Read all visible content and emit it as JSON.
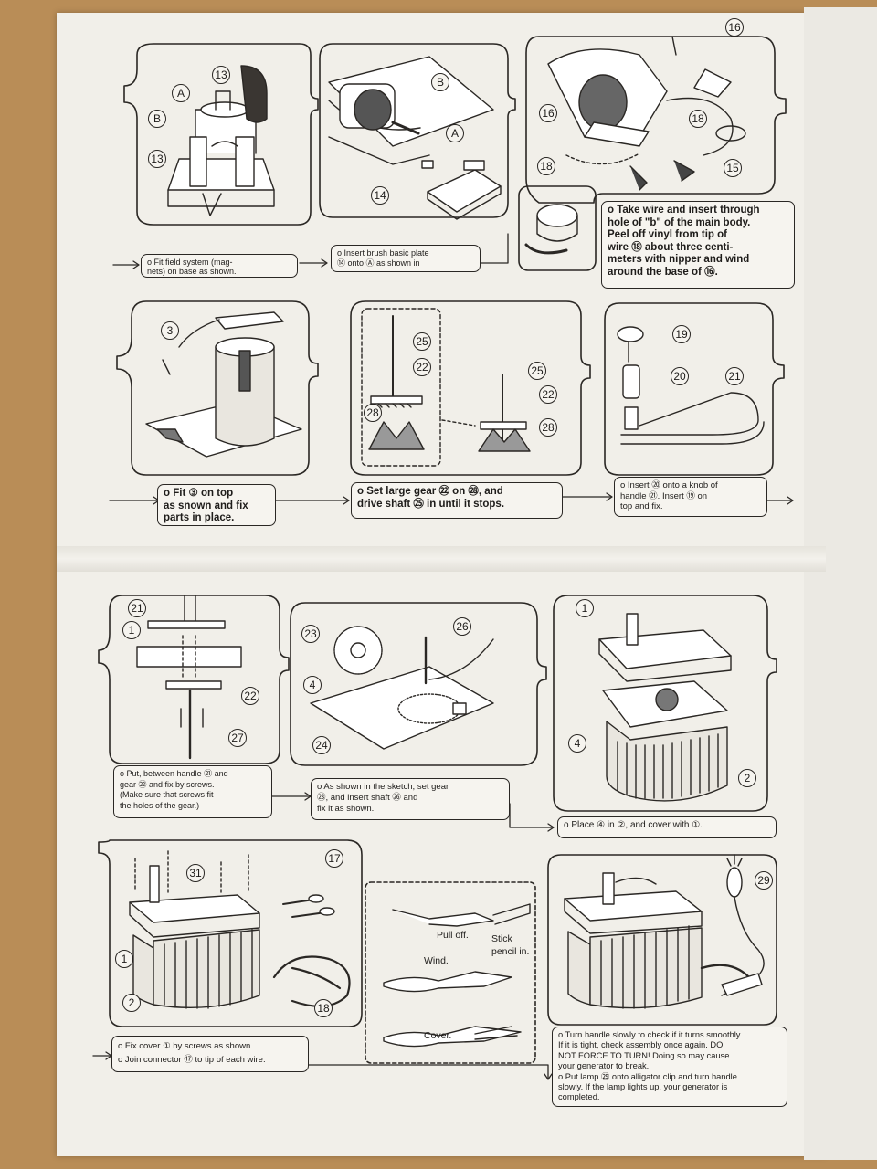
{
  "captions": {
    "c1": [
      "o Fit field system (mag-",
      "nets) on base as shown."
    ],
    "c2": [
      "o Insert brush basic plate",
      "⑭ onto Ⓐ as shown in"
    ],
    "c3": [
      "o Take wire and insert through",
      "hole of \"b\" of the main body.",
      "Peel off vinyl from tip of",
      "wire ⑱ about three centi-",
      "meters with nipper and wind",
      "around the base of ⑯."
    ],
    "c4": [
      "o Fit ③ on top",
      "as snown and fix",
      "parts in place."
    ],
    "c5": [
      "o Set large gear ㉒ on ㉘, and",
      "drive shaft ㉕ in until it stops."
    ],
    "c6": [
      "o Insert ⑳ onto a knob of",
      "handle ㉑. Insert ⑲ on",
      "top and fix."
    ],
    "c7": [
      "o Put, between handle ㉑ and",
      "gear ㉒ and fix by screws.",
      "(Make sure that screws fit",
      "the holes of the gear.)"
    ],
    "c8": [
      "o As shown in the sketch, set gear",
      "㉓, and insert shaft ㉖ and",
      "fix it as shown."
    ],
    "c9": [
      "o Place ④ in ②, and cover with ①."
    ],
    "c10": [
      "o Fix cover ① by screws as shown.",
      "o Join connector ⑰ to tip of each wire."
    ],
    "c11": [
      "o Turn handle slowly to check if it turns smoothly.",
      "If it is tight, check assembly once again. DO",
      "NOT FORCE TO TURN! Doing so may cause",
      "your generator to break.",
      "o Put lamp ㉙ onto alligator clip and turn handle",
      "slowly. If the lamp lights up, your generator is",
      "completed."
    ]
  },
  "labels": {
    "pull_off": "Pull off.",
    "stick": "Stick",
    "pencil_in": "pencil in.",
    "wind": "Wind.",
    "cover": "Cover."
  },
  "parts": {
    "p13a": "13",
    "pA1": "A",
    "pB1": "B",
    "p13b": "13",
    "pB2": "B",
    "pA2": "A",
    "p14": "14",
    "p16a": "16",
    "p16b": "16",
    "p18a": "18",
    "p18b": "18",
    "p15": "15",
    "p3": "3",
    "p25a": "25",
    "p22a": "22",
    "p28a": "28",
    "p25b": "25",
    "p22b": "22",
    "p28b": "28",
    "p19": "19",
    "p20": "20",
    "p21a": "21",
    "p21b": "21",
    "p1a": "1",
    "p22c": "22",
    "p27": "27",
    "p23": "23",
    "p26": "26",
    "p4a": "4",
    "p24": "24",
    "p1b": "1",
    "p4b": "4",
    "p2a": "2",
    "p31": "31",
    "p17": "17",
    "p1c": "1",
    "p2b": "2",
    "p18c": "18",
    "p29": "29"
  }
}
